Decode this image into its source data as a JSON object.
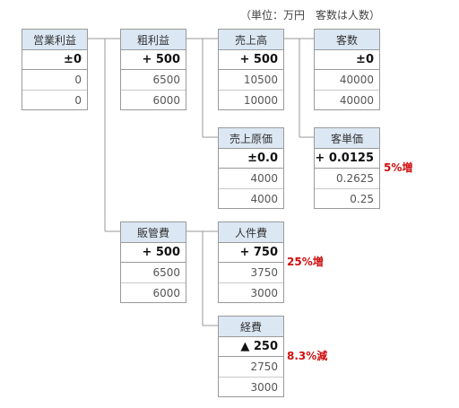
{
  "unit_note": "（単位：万円　客数は人数）",
  "boxes": {
    "operating_profit": {
      "title": "営業利益",
      "change": "±0",
      "v1": "0",
      "v2": "0"
    },
    "gross_profit": {
      "title": "粗利益",
      "change": "+ 500",
      "v1": "6500",
      "v2": "6000"
    },
    "sales": {
      "title": "売上高",
      "change": "+ 500",
      "v1": "10500",
      "v2": "10000"
    },
    "customers": {
      "title": "客数",
      "change": "±0",
      "v1": "40000",
      "v2": "40000"
    },
    "cost_of_sales": {
      "title": "売上原価",
      "change": "±0.0",
      "v1": "4000",
      "v2": "4000"
    },
    "unit_price": {
      "title": "客単価",
      "change": "+ 0.0125",
      "v1": "0.2625",
      "v2": "0.25",
      "note": "5%増"
    },
    "sga": {
      "title": "販管費",
      "change": "+ 500",
      "v1": "6500",
      "v2": "6000"
    },
    "personnel": {
      "title": "人件費",
      "change": "+ 750",
      "v1": "3750",
      "v2": "3000",
      "note": "25%増"
    },
    "expenses": {
      "title": "経費",
      "change": "▲ 250",
      "v1": "2750",
      "v2": "3000",
      "note": "8.3%減"
    }
  },
  "colors": {
    "header_fill": "#dbe7f3",
    "border": "#9a9a9a",
    "note_red": "#d01010"
  }
}
